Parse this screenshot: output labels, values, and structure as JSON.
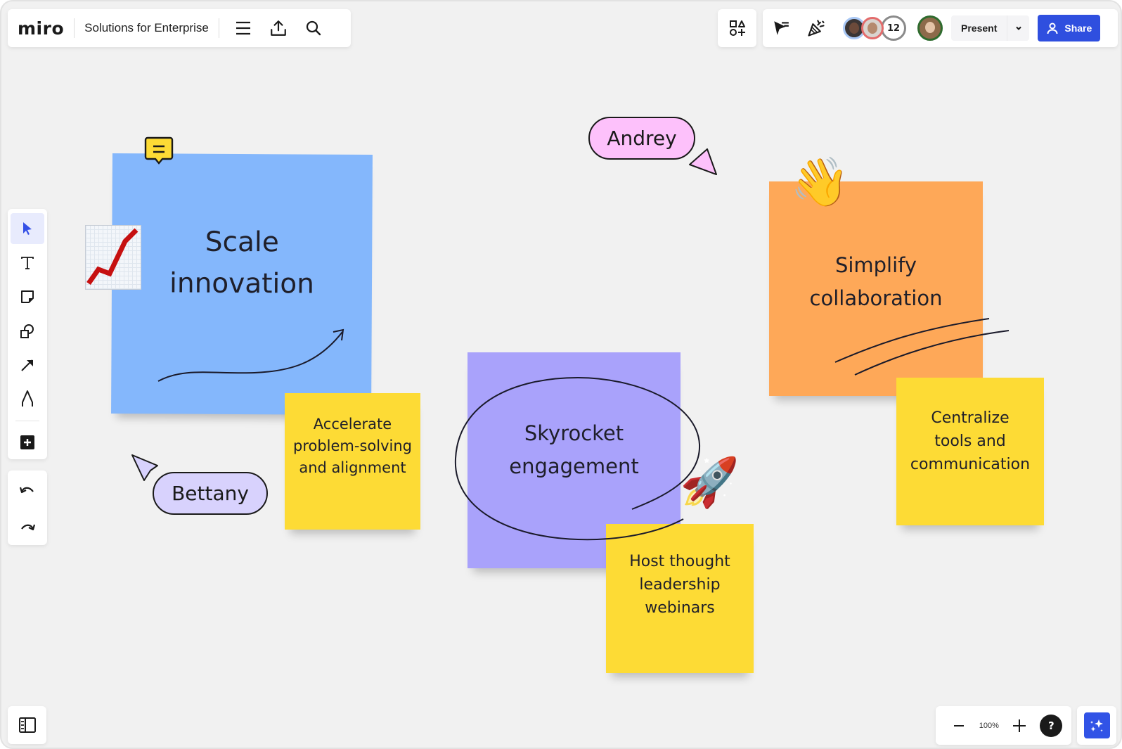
{
  "app": {
    "logo": "miro",
    "board_title": "Solutions for Enterprise"
  },
  "topbar": {
    "menu_icon": "hamburger-menu-icon",
    "export_icon": "upload-icon",
    "search_icon": "search-icon",
    "shapes_icon": "shapes-grid-icon",
    "cursor_icon": "cursor-follow-icon",
    "reactions_icon": "party-popper-icon",
    "collaborator_count": "12",
    "present_label": "Present",
    "share_label": "Share"
  },
  "toolbar": {
    "tools": [
      {
        "name": "select",
        "icon": "cursor-arrow-icon",
        "active": true
      },
      {
        "name": "text",
        "icon": "text-icon"
      },
      {
        "name": "sticky-note",
        "icon": "sticky-note-icon"
      },
      {
        "name": "shapes",
        "icon": "shapes-icon"
      },
      {
        "name": "connection-line",
        "icon": "arrow-line-icon"
      },
      {
        "name": "pen",
        "icon": "pen-icon"
      },
      {
        "name": "more-apps",
        "icon": "plus-square-icon"
      }
    ],
    "undo_icon": "undo-icon",
    "redo_icon": "redo-icon"
  },
  "bottom": {
    "zoom_level": "100%",
    "zoom_out": "−",
    "zoom_in": "+",
    "help": "?"
  },
  "canvas": {
    "colors": {
      "blue": "#84b7fc",
      "purple": "#a9a2fb",
      "orange": "#fea858",
      "yellow": "#fddb35",
      "andrey_pill": "#fdc1fb",
      "bettany_pill": "#d8d2fd",
      "share_blue": "#2f4fdf"
    },
    "stickies": [
      {
        "id": "scale",
        "text_lines": [
          "Scale",
          "innovation"
        ]
      },
      {
        "id": "accelerate",
        "text_lines": [
          "Accelerate",
          "problem-solving",
          "and alignment"
        ]
      },
      {
        "id": "skyrocket",
        "text_lines": [
          "Skyrocket",
          "engagement"
        ]
      },
      {
        "id": "host",
        "text_lines": [
          "Host thought",
          "leadership",
          "webinars"
        ]
      },
      {
        "id": "simplify",
        "text_lines": [
          "Simplify",
          "collaboration"
        ]
      },
      {
        "id": "centralize",
        "text_lines": [
          "Centralize",
          "tools and",
          "communication"
        ]
      }
    ],
    "cursors": [
      {
        "name": "Andrey"
      },
      {
        "name": "Bettany"
      }
    ],
    "emojis": {
      "chart": "📈",
      "wave": "👋",
      "rocket": "🚀"
    }
  }
}
